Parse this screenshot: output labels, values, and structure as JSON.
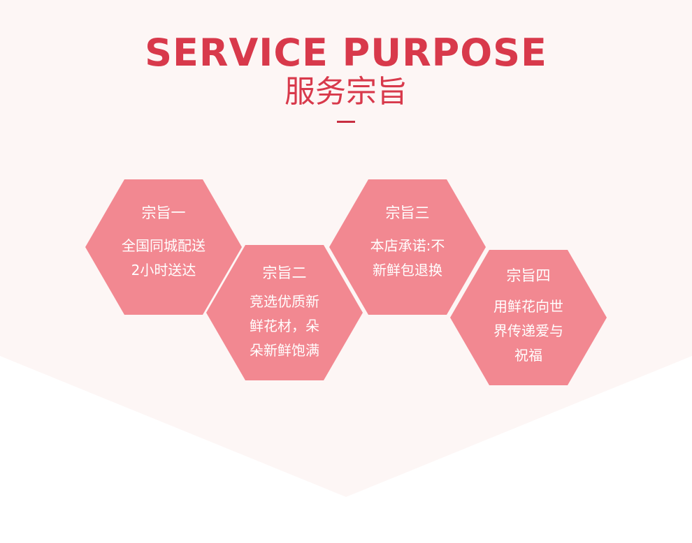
{
  "page": {
    "background": "#ffffff",
    "panel_color": "#fdf6f5"
  },
  "header": {
    "title_en": "SERVICE PURPOSE",
    "title_cn": "服务宗旨",
    "title_color": "#d8394b",
    "subtitle_color": "#d8394b",
    "divider_color": "#c72e41"
  },
  "hexagons": [
    {
      "title": "宗旨一",
      "lines": [
        "全国同城配送",
        "2小时送达"
      ],
      "fill": "#f28891"
    },
    {
      "title": "宗旨二",
      "lines": [
        "竞选优质新",
        "鲜花材，朵",
        "朵新鲜饱满"
      ],
      "fill": "#f28891"
    },
    {
      "title": "宗旨三",
      "lines": [
        "本店承诺:不",
        "新鲜包退换"
      ],
      "fill": "#f28891"
    },
    {
      "title": "宗旨四",
      "lines": [
        "用鲜花向世",
        "界传递爱与",
        "祝福"
      ],
      "fill": "#f28891"
    }
  ]
}
